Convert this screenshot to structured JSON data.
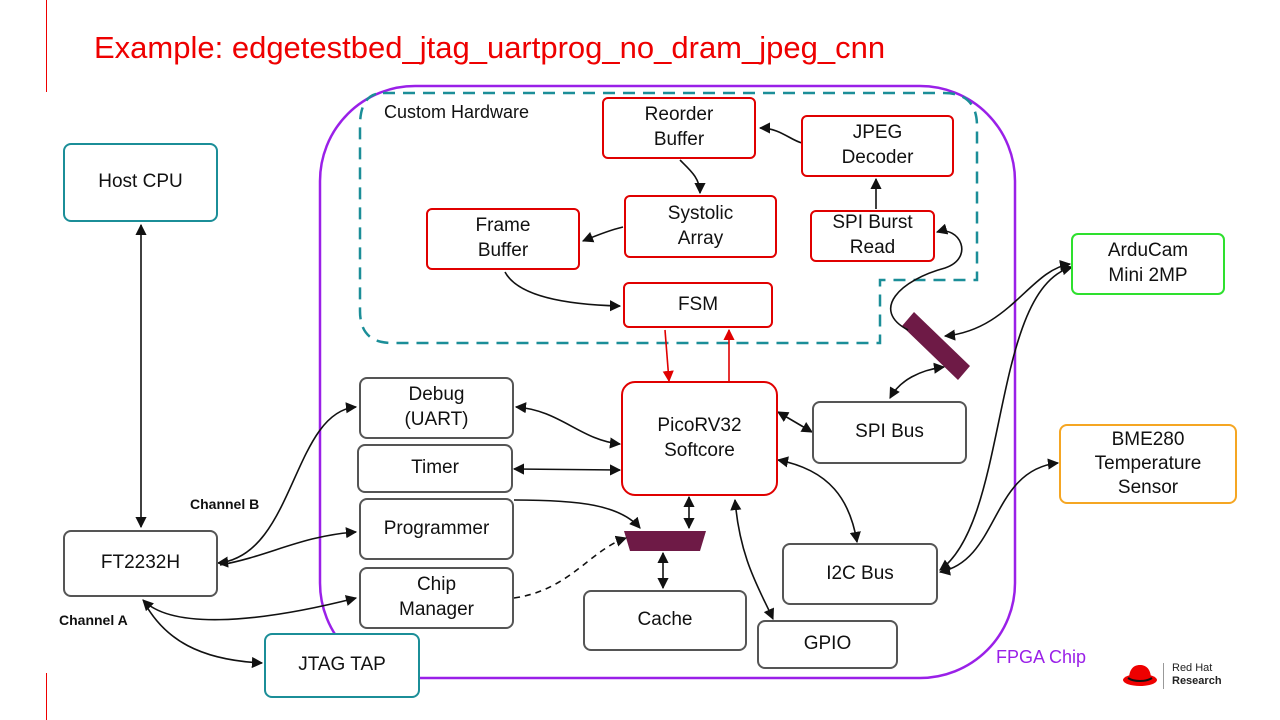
{
  "title": "Example: edgetestbed_jtag_uartprog_no_dram_jpeg_cnn",
  "regions": {
    "custom_hardware": "Custom Hardware",
    "fpga_chip": "FPGA Chip"
  },
  "blocks": {
    "host_cpu": "Host CPU",
    "ft2232h": "FT2232H",
    "jtag_tap": "JTAG TAP",
    "debug_uart": [
      "Debug",
      "(UART)"
    ],
    "timer": "Timer",
    "programmer": "Programmer",
    "chip_manager": [
      "Chip",
      "Manager"
    ],
    "cache": "Cache",
    "gpio": "GPIO",
    "picorv32": [
      "PicoRV32",
      "Softcore"
    ],
    "spi_bus": "SPI Bus",
    "i2c_bus": "I2C Bus",
    "fsm": "FSM",
    "frame_buffer": [
      "Frame",
      "Buffer"
    ],
    "systolic_array": [
      "Systolic",
      "Array"
    ],
    "reorder_buffer": [
      "Reorder",
      "Buffer"
    ],
    "jpeg_decoder": [
      "JPEG",
      "Decoder"
    ],
    "spi_burst_read": [
      "SPI Burst",
      "Read"
    ],
    "arducam": [
      "ArduCam",
      "Mini 2MP"
    ],
    "bme280": [
      "BME280",
      "Temperature",
      "Sensor"
    ]
  },
  "channels": {
    "channel_b": "Channel B",
    "channel_a": "Channel A"
  },
  "logo": {
    "line1": "Red Hat",
    "line2": "Research"
  },
  "colors": {
    "title": "#ee0000",
    "fpga_border": "#9a20e8",
    "custom_border": "#1b8e98",
    "mux": "#6e1a46",
    "red_arrow": "#e00000"
  }
}
